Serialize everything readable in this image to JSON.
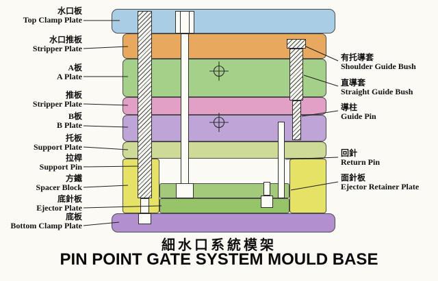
{
  "titles": {
    "chinese": "細水口系統模架",
    "english": "PIN POINT GATE SYSTEM MOULD BASE"
  },
  "left_labels": [
    {
      "cn": "水口板",
      "en": "Top Clamp Plate"
    },
    {
      "cn": "水口推板",
      "en": "Stripper Plate"
    },
    {
      "cn": "A板",
      "en": "A Plate"
    },
    {
      "cn": "推板",
      "en": "Stripper Plate"
    },
    {
      "cn": "B板",
      "en": "B Plate"
    },
    {
      "cn": "托板",
      "en": "Support Plate"
    },
    {
      "cn": "拉桿",
      "en": "Support Pin"
    },
    {
      "cn": "方鐵",
      "en": "Spacer Block"
    },
    {
      "cn": "底針板",
      "en": "Ejector Plate"
    },
    {
      "cn": "底板",
      "en": "Bottom Clamp Plate"
    }
  ],
  "right_labels": [
    {
      "cn": "有托導套",
      "en": "Shoulder Guide Bush"
    },
    {
      "cn": "直導套",
      "en": "Straight Guide Bush"
    },
    {
      "cn": "導柱",
      "en": "Guide Pin"
    },
    {
      "cn": "回針",
      "en": "Return Pin"
    },
    {
      "cn": "面針板",
      "en": "Ejector Retainer Plate"
    }
  ],
  "colors": {
    "top_clamp_plate": "#a8cde4",
    "stripper_plate_upper": "#e8a95f",
    "a_plate": "#a5d089",
    "stripper_plate_lower": "#e2a0c6",
    "b_plate": "#bfa4d8",
    "support_plate": "#cedb97",
    "spacer_block": "#e6e266",
    "ejector_retainer_plate": "#a3c97a",
    "ejector_plate": "#97c468",
    "bottom_clamp_plate": "#b28fcf",
    "ink": "#1d1d1d"
  }
}
